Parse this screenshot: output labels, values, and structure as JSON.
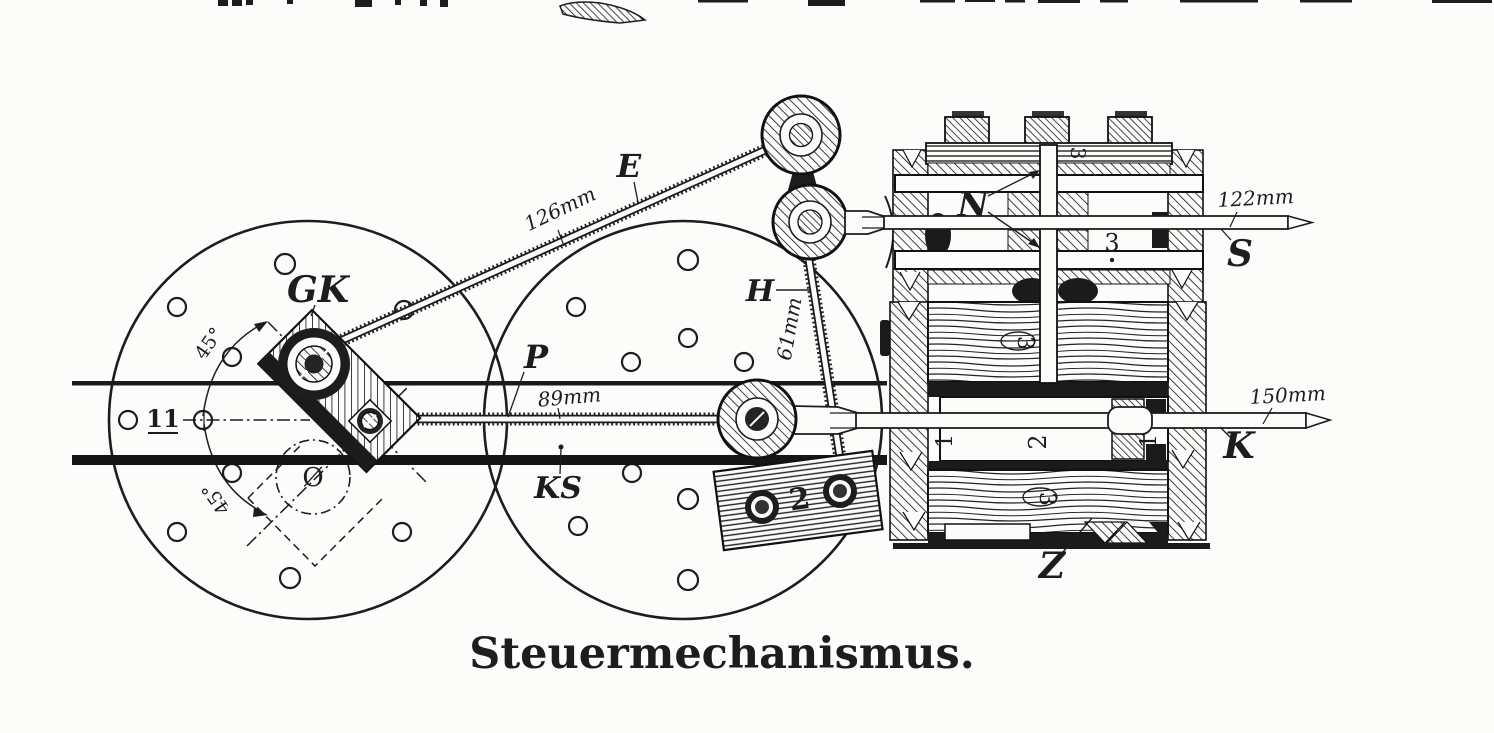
{
  "figure": {
    "caption": "Steuermechanismus.",
    "part_labels": {
      "return_crank": "GK",
      "eccentric_rod": "E",
      "connecting_rod": "P",
      "link_rod": "H",
      "piston_rod_left": "KS",
      "valve_ports": "N",
      "valve_rod": "S",
      "piston_rod_right": "K",
      "cylinder_wood": "Z",
      "axle_mark": "11",
      "diameter_symbol": "Ø"
    },
    "dimensions": {
      "eccentric_rod_length": "126mm",
      "connecting_rod_length": "89mm",
      "link_rod_length": "61mm",
      "valve_rod_length": "122mm",
      "piston_rod_length": "150mm",
      "crank_angle_upper": "45°",
      "crank_angle_lower": "45°"
    },
    "part_numbers": {
      "link_block": "2",
      "chest_cover": "3",
      "valve_chest": "3",
      "wood_block_upper": "3",
      "wood_block_lower": "3",
      "cylinder_left": "1",
      "cylinder_middle": "2",
      "cylinder_right": "1"
    }
  }
}
